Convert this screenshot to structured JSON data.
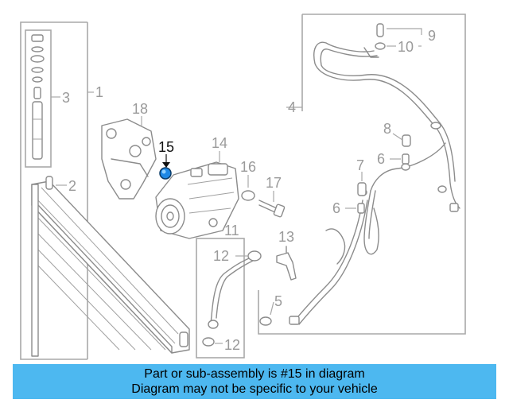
{
  "callouts": {
    "c1": "1",
    "c2": "2",
    "c3": "3",
    "c4": "4",
    "c5": "5",
    "c6a": "6",
    "c6b": "6",
    "c7": "7",
    "c8": "8",
    "c9": "9",
    "c10": "10",
    "c11": "11",
    "c12a": "12",
    "c12b": "12",
    "c13": "13",
    "c14": "14",
    "c15": "15",
    "c16": "16",
    "c17": "17",
    "c18": "18"
  },
  "highlight_color": "#1e88e5",
  "banner": {
    "line1": "Part or sub-assembly is #15 in diagram",
    "line2": "Diagram may not be specific to your vehicle",
    "background": "#4db8f0"
  }
}
